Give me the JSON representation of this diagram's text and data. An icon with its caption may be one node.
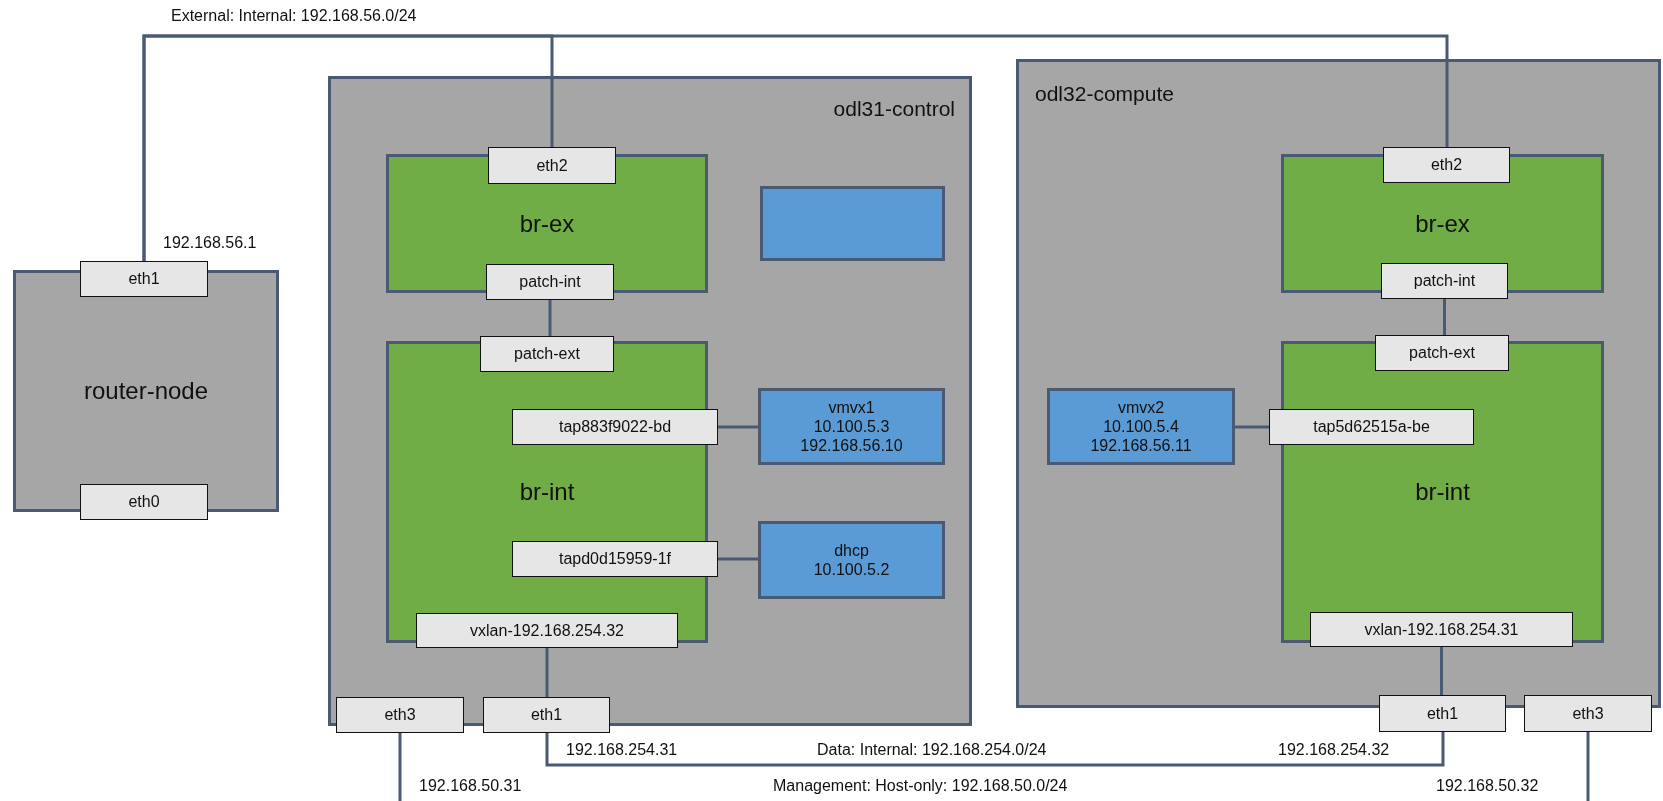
{
  "diagram": {
    "nodes": [
      {
        "text": [
          "router-node"
        ]
      },
      {
        "text": [
          "eth1"
        ],
        "beside": [
          "192.168.56.1"
        ]
      },
      {
        "text": [
          "eth0"
        ]
      },
      {
        "text": [
          "odl31-control"
        ]
      },
      {
        "text": [
          "br-ex"
        ],
        "in": 3
      },
      {
        "text": [
          "eth2"
        ],
        "in": 3
      },
      {
        "text": [
          "patch-int"
        ],
        "in": 3
      },
      {
        "text": [],
        "shape": "box",
        "in": 3
      },
      {
        "text": [
          "br-int"
        ],
        "in": 3
      },
      {
        "text": [
          "patch-ext"
        ],
        "in": 3
      },
      {
        "text": [
          "tap883f9022-bd"
        ],
        "in": 8
      },
      {
        "text": [
          "vmvx1",
          "10.100.5.3",
          "192.168.56.10"
        ],
        "in": 3
      },
      {
        "text": [
          "tapd0d15959-1f"
        ],
        "in": 8
      },
      {
        "text": [
          "dhcp",
          "10.100.5.2"
        ],
        "in": 3
      },
      {
        "text": [
          "vxlan-192.168.254.32"
        ],
        "in": 3
      },
      {
        "text": [
          "eth3"
        ],
        "beside": [
          "192.168.50.31"
        ]
      },
      {
        "text": [
          "eth1"
        ],
        "beside": [
          "192.168.254.31"
        ]
      },
      {
        "text": [
          "odl32-compute"
        ]
      },
      {
        "text": [
          "eth2"
        ],
        "in": 17
      },
      {
        "text": [
          "br-ex"
        ],
        "in": 17
      },
      {
        "text": [
          "patch-int"
        ],
        "in": 17
      },
      {
        "text": [
          "vmvx2",
          "10.100.5.4",
          "192.168.56.11"
        ],
        "in": 17
      },
      {
        "text": [
          "patch-ext"
        ],
        "in": 17
      },
      {
        "text": [
          "tap5d62515a-be"
        ],
        "in": 24
      },
      {
        "text": [
          "br-int"
        ],
        "in": 17
      },
      {
        "text": [
          "vxlan-192.168.254.31"
        ],
        "in": 17
      },
      {
        "text": [
          "eth1"
        ],
        "beside": [
          "192.168.254.32"
        ]
      },
      {
        "text": [
          "eth3"
        ],
        "beside": [
          "192.168.50.32"
        ]
      }
    ],
    "edges": [
      {
        "from": 1,
        "to": 5,
        "arrow": "none"
      },
      {
        "from": 1,
        "to": 18,
        "arrow": "none"
      },
      {
        "from": 6,
        "to": 9,
        "arrow": "none"
      },
      {
        "from": 10,
        "to": 11,
        "arrow": "none"
      },
      {
        "from": 12,
        "to": 13,
        "arrow": "none"
      },
      {
        "from": 14,
        "to": 16,
        "arrow": "none"
      },
      {
        "from": 16,
        "to": 26,
        "arrow": "none"
      },
      {
        "from": 15,
        "to": null,
        "arrow": "none"
      },
      {
        "from": 20,
        "to": 22,
        "arrow": "none"
      },
      {
        "from": 23,
        "to": 21,
        "arrow": "none"
      },
      {
        "from": 25,
        "to": 26,
        "arrow": "none"
      },
      {
        "from": 27,
        "to": null,
        "arrow": "none"
      }
    ],
    "labels": [
      "External: Internal: 192.168.56.0/24",
      "Data: Internal: 192.168.254.0/24",
      "Management: Host-only: 192.168.50.0/24"
    ]
  }
}
